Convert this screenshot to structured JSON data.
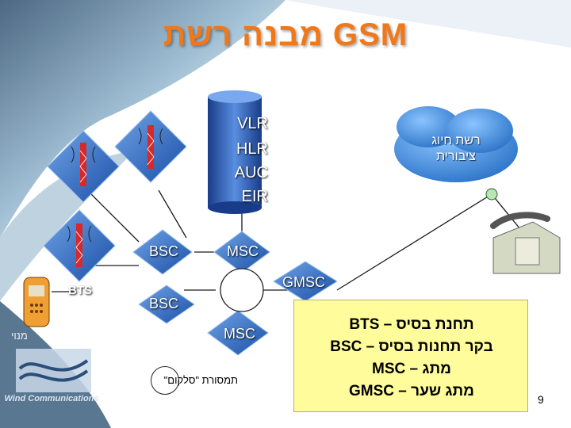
{
  "title": "מבנה רשת GSM",
  "db_labels": [
    "VLR",
    "HLR",
    "AUC",
    "EIR"
  ],
  "nodes": {
    "bsc_top": "BSC",
    "bsc_bottom": "BSC",
    "msc_top": "MSC",
    "msc_bottom": "MSC",
    "gmsc": "GMSC",
    "bts": "BTS"
  },
  "cloud": {
    "line1": "רשת חיוג",
    "line2": "ציבורית"
  },
  "handset_label": "מנוי",
  "cell_label": "תמסורת \"סלקום\"",
  "legend": [
    "BTS – תחנת בסיס",
    "BSC – בקר תחנות בסיס",
    "MSC – מתג",
    "GMSC – מתג שער"
  ],
  "brand": "Wind Communications",
  "page_number": "9",
  "colors": {
    "title": "#f07818",
    "node_panel": "#2a62b8",
    "legend_bg": "#fffc9c",
    "cloud": "#3f8fd8"
  }
}
